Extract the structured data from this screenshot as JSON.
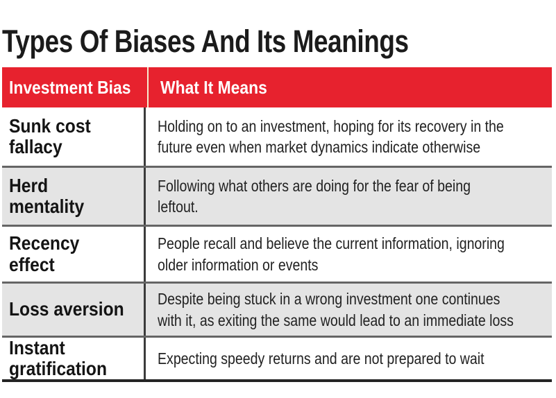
{
  "chart_data": {
    "type": "table",
    "title": "Types Of Biases And Its Meanings",
    "columns": {
      "bias": "Investment Bias",
      "meaning": "What It Means"
    },
    "rows": [
      {
        "bias": "Sunk cost\nfallacy",
        "meaning": "Holding on to an investment, hoping for its recovery in the\nfuture even when market dynamics indicate otherwise"
      },
      {
        "bias": "Herd\nmentality",
        "meaning": "Following what others are doing for the fear of being\nleftout."
      },
      {
        "bias": "Recency effect",
        "meaning": "People recall and believe the current information, ignoring\nolder information or events"
      },
      {
        "bias": "Loss aversion",
        "meaning": "Despite being stuck in a wrong investment one continues\nwith it, as exiting the same would lead to an immediate loss"
      },
      {
        "bias": "Instant\ngratification",
        "meaning": "Expecting speedy returns and are not prepared to wait"
      }
    ]
  },
  "colors": {
    "header_bg": "#e7222e",
    "header_text": "#ffffff",
    "header_divider": "#f6ecce",
    "row_bg": "#ffffff",
    "row_alt_bg": "#e4e4e4",
    "row_separator": "#656565",
    "column_divider": "#3b3b3b",
    "bottom_border": "#242424",
    "title_text": "#1b1b1b",
    "body_text": "#222222"
  }
}
